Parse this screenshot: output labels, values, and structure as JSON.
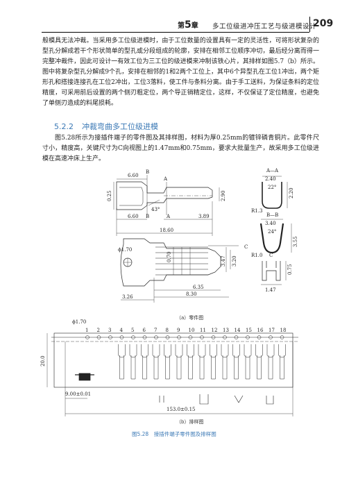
{
  "header": {
    "chapter": "第5章",
    "chapter_prefix": "第",
    "chapter_num": "5",
    "chapter_suffix": "章",
    "title": "多工位级进冲压工艺与级进模设计",
    "page": "209"
  },
  "paragraph1": "般模具无法冲裁。当采用多工位级进模时，由于工位数量的设置具有一定的灵活性，可将形状复杂的型孔分解成若干个形状简单的型孔或分段组成的轮廓，安排在相邻工位顺序冲切，最后经分离而得一完整冲裁件，因此可设计一有效工位为三工位的级进模来冲制该铁心片，其排样如图5.7（b）所示。图中将复杂型孔分解成9个孔，安排在相邻的1和2两个工位上，其中6个异型孔在工位1冲出，两个矩形孔和搭接连接孔在工位2冲出，工位3落料，使工件与条料分离。由于手工送料，为保证条料的定位精度，可采用前后设置的两个侧刃粗定位，两个导正销精定位，这样，不仅保证了定位精度，也避免了单侧刃造成的料尾损耗。",
  "section": {
    "number": "5.2.2",
    "title": "冲裁弯曲多工位级进模"
  },
  "paragraph2": "图5.28所示为接插件端子的零件图及其排样图，材料为厚0.25mm的镀锌磷青铜片。此零件尺寸小，精度高，关键尺寸为C向视图上的1.47mm和0.75mm，要求大批量生产，故采用多工位级进模在高速冲床上生产。",
  "figure": {
    "part_dims": {
      "d1": "6.60",
      "d2": "6.60",
      "d3": "0.25",
      "d4": "2.90",
      "d5": "43°",
      "d6": "3.89",
      "d7": "18.60",
      "d8": "ϕ1.70",
      "d9": "0.70",
      "d10": "6.35",
      "d11": "8.30",
      "d12": "3.26",
      "d13": "3.47",
      "d14": "3.20"
    },
    "part_labels": {
      "B1": "B",
      "A1": "A",
      "B2": "B",
      "A2": "A",
      "C1": "C"
    },
    "section_aa": {
      "title": "A—A",
      "w": "2.40",
      "angle": "22°",
      "h": "2.20",
      "r": "R1.3"
    },
    "section_bb": {
      "title": "B—B",
      "w": "3.40",
      "angle": "24°",
      "h": "3.55",
      "r": "R1.0"
    },
    "view_c": {
      "title": "C",
      "w": "1.47",
      "h": "0.75"
    },
    "caption_a": "（a）零件图",
    "strip": {
      "stations": [
        "1",
        "2",
        "3",
        "4",
        "5",
        "6",
        "7",
        "8",
        "9",
        "10",
        "11",
        "12",
        "13",
        "14",
        "15",
        "16",
        "17",
        "18"
      ],
      "hole": "ϕ1.70",
      "width": "20.0",
      "pitch": "9.00±0.01",
      "total": "153.0±0.15"
    },
    "caption_b": "（b）排样图",
    "figure_caption": "图5.28　接插件端子零件图及排样图"
  },
  "colors": {
    "accent": "#3a78b5",
    "ink": "#222222"
  }
}
